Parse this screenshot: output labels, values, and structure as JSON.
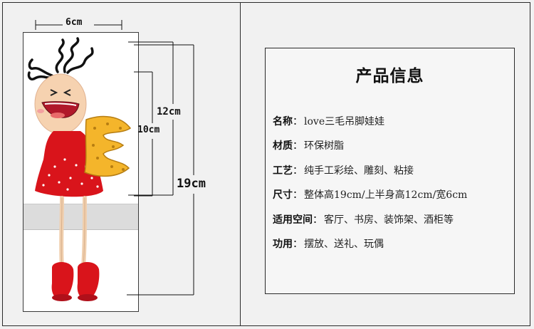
{
  "dimensions": {
    "width_label": "6cm",
    "upper_body_label": "12cm",
    "seated_label": "10cm",
    "total_height_label": "19cm"
  },
  "info": {
    "title": "产品信息",
    "rows": [
      {
        "label": "名称",
        "value": "love三毛吊脚娃娃"
      },
      {
        "label": "材质",
        "value": "环保树脂"
      },
      {
        "label": "工艺",
        "value": "纯手工彩绘、雕刻、粘接"
      },
      {
        "label": "尺寸",
        "value": "整体高19cm/上半身高12cm/宽6cm"
      },
      {
        "label": "适用空间",
        "value": "客厅、书房、装饰架、酒柜等"
      },
      {
        "label": "功用",
        "value": "摆放、送礼、玩偶"
      }
    ],
    "colon": "："
  },
  "colors": {
    "doll_red": "#d9141b",
    "letter_yellow": "#f4b52b",
    "background": "#f1f1f1",
    "frame": "#2a2a2a"
  },
  "icons": {
    "doll": "sanmao-doll-image",
    "letter": "letter-e-figure"
  }
}
